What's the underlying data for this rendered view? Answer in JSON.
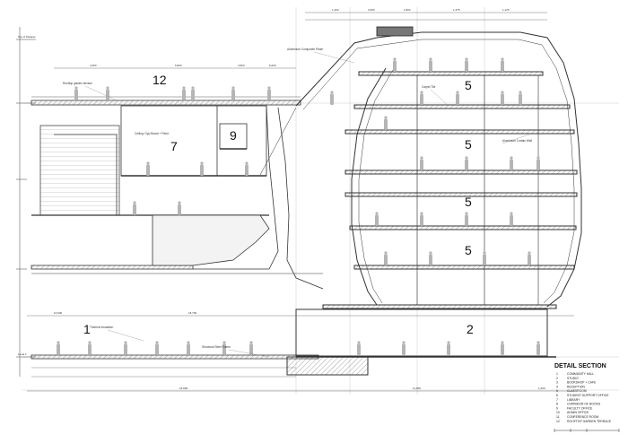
{
  "room_numbers": {
    "r1": "1",
    "r2": "2",
    "r5a": "5",
    "r5b": "5",
    "r5c": "5",
    "r5d": "5",
    "r7": "7",
    "r9": "9",
    "r12": "12"
  },
  "side_labels": {
    "top_parapet": "Top of Parapet",
    "ground_level": "Level 1"
  },
  "legend": {
    "title": "DETAIL SECTION",
    "items": [
      {
        "num": "1",
        "label": "COMMUNITY HALL"
      },
      {
        "num": "2",
        "label": "STUDIO"
      },
      {
        "num": "3",
        "label": "BOOKSHOP + CAFE"
      },
      {
        "num": "4",
        "label": "RECEPTION"
      },
      {
        "num": "5",
        "label": "CLASSROOM"
      },
      {
        "num": "6",
        "label": "STUDENT SUPPORT OFFICE"
      },
      {
        "num": "7",
        "label": "LIBRARY"
      },
      {
        "num": "8",
        "label": "CORRIDOR OF BOOKS"
      },
      {
        "num": "9",
        "label": "FACULTY OFFICE"
      },
      {
        "num": "10",
        "label": "ADMIN OFFICE"
      },
      {
        "num": "11",
        "label": "CONFERENCE ROOM"
      },
      {
        "num": "12",
        "label": "ROOFTOP GARDEN TERRACE"
      }
    ]
  },
  "dimensions": {
    "top": [
      "1,200",
      "3,000",
      "1,800",
      "1,375",
      "1,125"
    ],
    "mid": [
      "4,350",
      "6,800",
      "4,560",
      "6,600"
    ],
    "bottom": [
      "10,600",
      "18,700",
      "16,600",
      "11,800",
      "1,200"
    ]
  },
  "notes": {
    "roof": "Rooftop garden terrace",
    "ceiling": "Ceiling: Gyp Board + Paint",
    "glazing": "Aluminium Curtain Wall",
    "floor": "Carpet Tile",
    "cladding": "Aluminium Composite Panel",
    "insulation": "Thermal Insulation",
    "steel": "Structural Steel Frame"
  },
  "colors": {
    "line": "#333333",
    "light": "#9a9a9a",
    "person": "#b5b5b5",
    "hatch": "#555555"
  }
}
